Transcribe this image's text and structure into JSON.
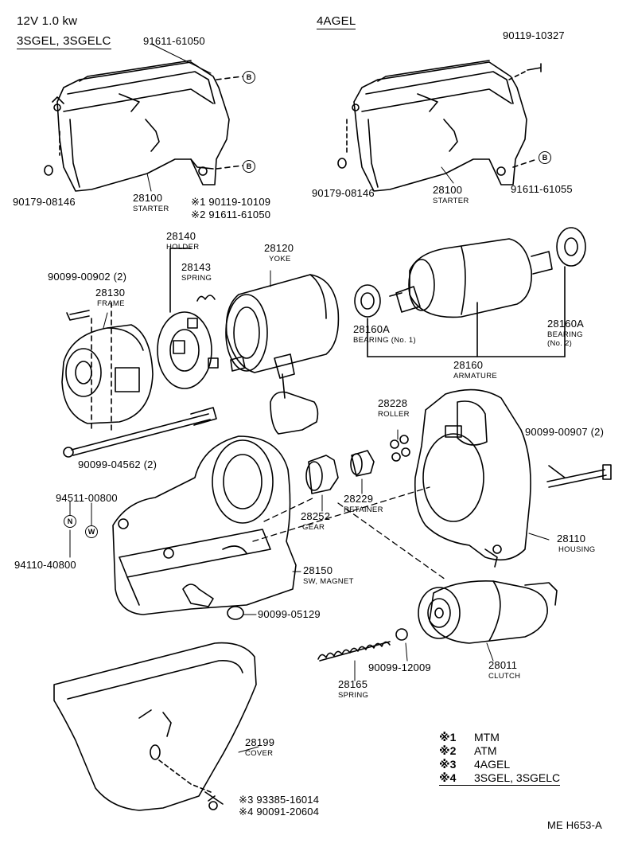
{
  "header": {
    "spec": "12V 1.0 kw",
    "engine_left": "3SGEL, 3SGELC",
    "engine_right": "4AGEL"
  },
  "labels": {
    "p_91611_61050_top": "91611-61050",
    "p_90119_10327": "90119-10327",
    "p_90179_08146_left": "90179-08146",
    "p_28100_left_num": "28100",
    "p_28100_left_name": "STARTER",
    "p_90119_10109": "※1 90119-10109",
    "p_91611_61050_alt": "※2 91611-61050",
    "p_90179_08146_right": "90179-08146",
    "p_28100_right_num": "28100",
    "p_28100_right_name": "STARTER",
    "p_91611_61055": "91611-61055",
    "p_28140_num": "28140",
    "p_28140_name": "HOLDER",
    "p_28143_num": "28143",
    "p_28143_name": "SPRING",
    "p_28120_num": "28120",
    "p_28120_name": "YOKE",
    "p_90099_00902": "90099-00902 (2)",
    "p_28130_num": "28130",
    "p_28130_name": "FRAME",
    "p_28160A_left_num": "28160A",
    "p_28160A_left_name": "BEARING (No. 1)",
    "p_28160A_right_num": "28160A",
    "p_28160A_right_name1": "BEARING",
    "p_28160A_right_name2": "(No. 2)",
    "p_28160_num": "28160",
    "p_28160_name": "ARMATURE",
    "p_28228_num": "28228",
    "p_28228_name": "ROLLER",
    "p_90099_00907": "90099-00907 (2)",
    "p_90099_04562": "90099-04562 (2)",
    "p_94511_00800": "94511-00800",
    "p_28229_num": "28229",
    "p_28229_name": "RETAINER",
    "p_28252_num": "28252",
    "p_28252_name": "GEAR",
    "p_94110_40800": "94110-40800",
    "p_28110_num": "28110",
    "p_28110_name": "HOUSING",
    "p_28150_num": "28150",
    "p_28150_name": "SW, MAGNET",
    "p_90099_05129": "90099-05129",
    "p_90099_12009": "90099-12009",
    "p_28011_num": "28011",
    "p_28011_name": "CLUTCH",
    "p_28165_num": "28165",
    "p_28165_name": "SPRING",
    "p_28199_num": "28199",
    "p_28199_name": "COVER",
    "p_93385_16014": "※3 93385-16014",
    "p_90091_20604": "※4 90091-20604"
  },
  "markers": {
    "B": "B",
    "N": "N",
    "W": "W"
  },
  "legend": [
    {
      "mark": "※1",
      "text": "MTM"
    },
    {
      "mark": "※2",
      "text": "ATM"
    },
    {
      "mark": "※3",
      "text": "4AGEL"
    },
    {
      "mark": "※4",
      "text": "3SGEL, 3SGELC"
    }
  ],
  "footer": {
    "code": "ME H653-A"
  }
}
